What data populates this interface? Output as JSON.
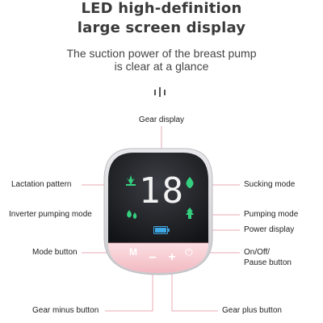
{
  "title_line1": "LED high-definition",
  "title_line2": "large screen display",
  "subtitle_line1": "The suction power of the breast pump",
  "subtitle_line2": "is clear at a glance",
  "labels": {
    "gear_display": "Gear display",
    "lactation_pattern": "Lactation pattern",
    "sucking_mode": "Sucking mode",
    "inverter_pumping_mode": "Inverter pumping mode",
    "pumping_mode": "Pumping mode",
    "power_display": "Power display",
    "mode_button": "Mode button",
    "on_off_line1": "On/Off/",
    "on_off_line2": "Pause button",
    "gear_minus_button": "Gear minus button",
    "gear_plus_button": "Gear plus button"
  },
  "screen": {
    "gear_value": "18",
    "mode_button_glyph": "M",
    "minus_glyph": "−",
    "plus_glyph": "+",
    "power_glyph": "⏻"
  },
  "colors": {
    "led_white": "#f2f2f2",
    "led_green": "#35d07f",
    "battery_blue": "#3fa9e8",
    "line_pink": "#e8a9b4",
    "button_panel": "#f6c6cd"
  }
}
